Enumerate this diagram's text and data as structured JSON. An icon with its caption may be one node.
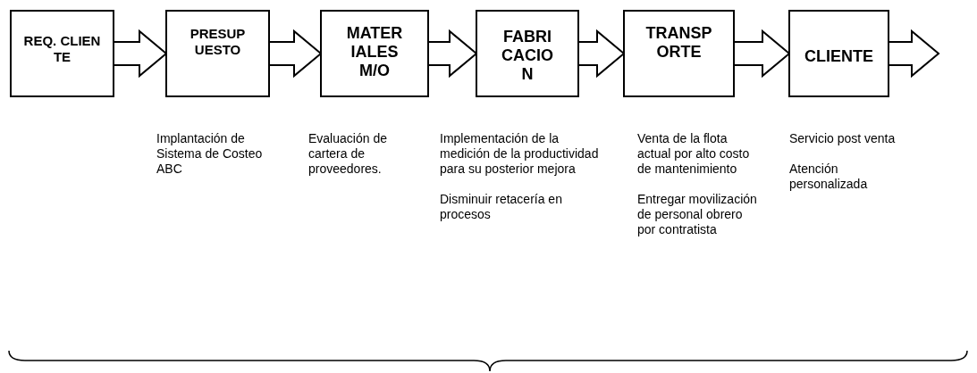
{
  "diagram": {
    "nodes": [
      {
        "text": [
          "REQ. CLIENTE"
        ]
      },
      {
        "text": [
          "PRESUPUESTO"
        ],
        "beside": [
          "Implantación de Sistema de Costeo ABC"
        ]
      },
      {
        "text": [
          "MATERIALES M/O"
        ],
        "beside": [
          "Evaluación de cartera de proveedores."
        ]
      },
      {
        "text": [
          "FABRICACION"
        ],
        "beside": [
          "Implementación de la medición de la productividad para su posterior mejora",
          "Disminuir retacería en procesos"
        ]
      },
      {
        "text": [
          "TRANSPORTE"
        ],
        "beside": [
          "Venta de la flota actual por alto costo de mantenimiento",
          "Entregar movilización de personal obrero por contratista"
        ]
      },
      {
        "text": [
          "CLIENTE"
        ],
        "beside": [
          "Servicio post venta",
          "Atención personalizada"
        ]
      }
    ],
    "edges": [
      {
        "from": 0,
        "to": 1,
        "arrow": "to"
      },
      {
        "from": 1,
        "to": 2,
        "arrow": "to"
      },
      {
        "from": 2,
        "to": 3,
        "arrow": "to"
      },
      {
        "from": 3,
        "to": 4,
        "arrow": "to"
      },
      {
        "from": 4,
        "to": 5,
        "arrow": "to"
      },
      {
        "from": 5,
        "to": null,
        "arrow": "to"
      }
    ]
  }
}
